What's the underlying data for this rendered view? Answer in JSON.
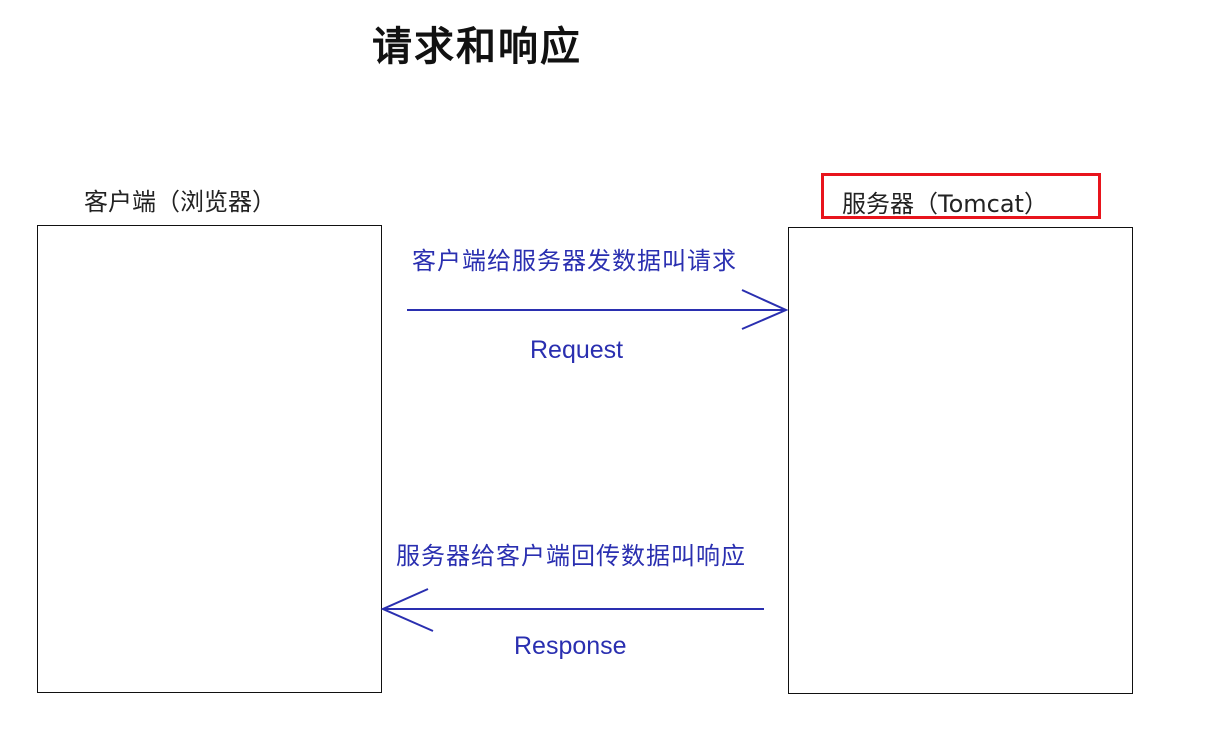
{
  "title": "请求和响应",
  "client": {
    "label": "客户端（浏览器）"
  },
  "server": {
    "label": "服务器（Tomcat）"
  },
  "request": {
    "description": "客户端给服务器发数据叫请求",
    "label": "Request"
  },
  "response": {
    "description": "服务器给客户端回传数据叫响应",
    "label": "Response"
  },
  "colors": {
    "arrow": "#2a2fb0",
    "highlight_frame": "#e8141c",
    "box_border": "#111111"
  }
}
